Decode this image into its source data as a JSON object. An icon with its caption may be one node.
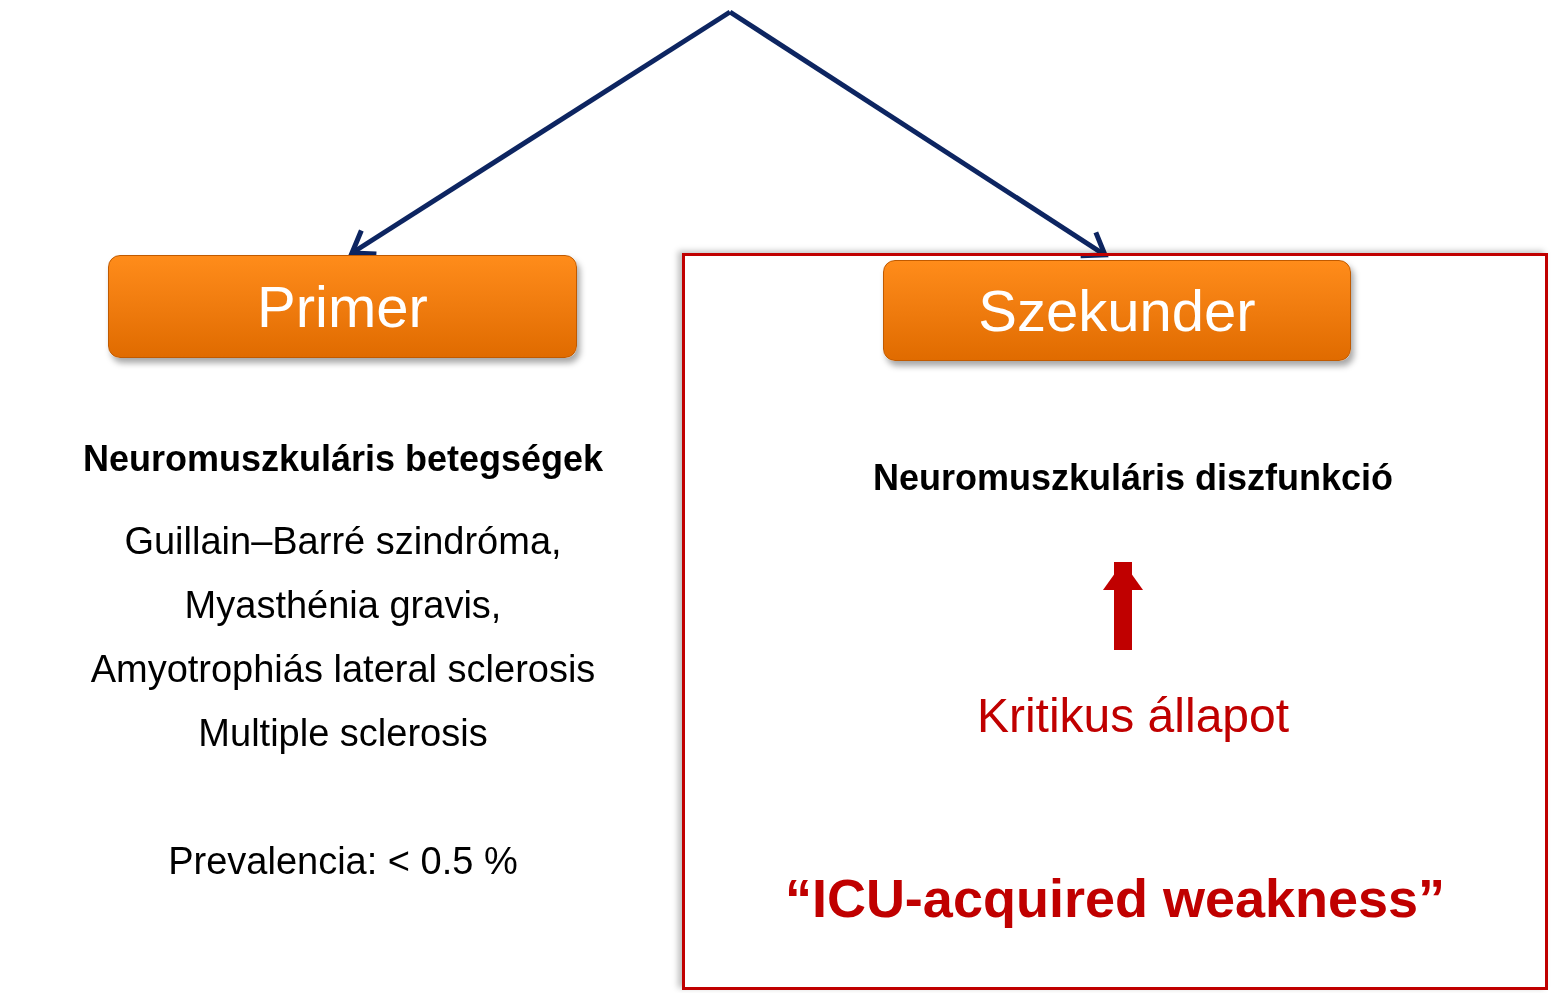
{
  "diagram": {
    "nodes": [
      {
        "text": [
          "Primer"
        ]
      },
      {
        "text": [
          "“ICU-acquired weakness”"
        ]
      },
      {
        "text": [
          "Szekunder"
        ],
        "in": 1
      },
      {
        "text": [
          "Neuromuszkuláris diszfunkció"
        ],
        "in": 1
      },
      {
        "text": [
          "Kritikus állapot"
        ],
        "in": 1
      }
    ],
    "edges": [
      {
        "from": null,
        "to": 0,
        "arrow": "to"
      },
      {
        "from": null,
        "to": 2,
        "arrow": "to"
      },
      {
        "from": 4,
        "to": 3,
        "arrow": "to",
        "style": "thick",
        "color": "#c00000"
      }
    ],
    "labels": [
      "Neuromuszkuláris betegségek",
      "Guillain–Barré szindróma,",
      "Myasthénia gravis,",
      "Amyotrophiás lateral sclerosis",
      "Multiple sclerosis",
      "Prevalencia: < 0.5 %"
    ]
  }
}
